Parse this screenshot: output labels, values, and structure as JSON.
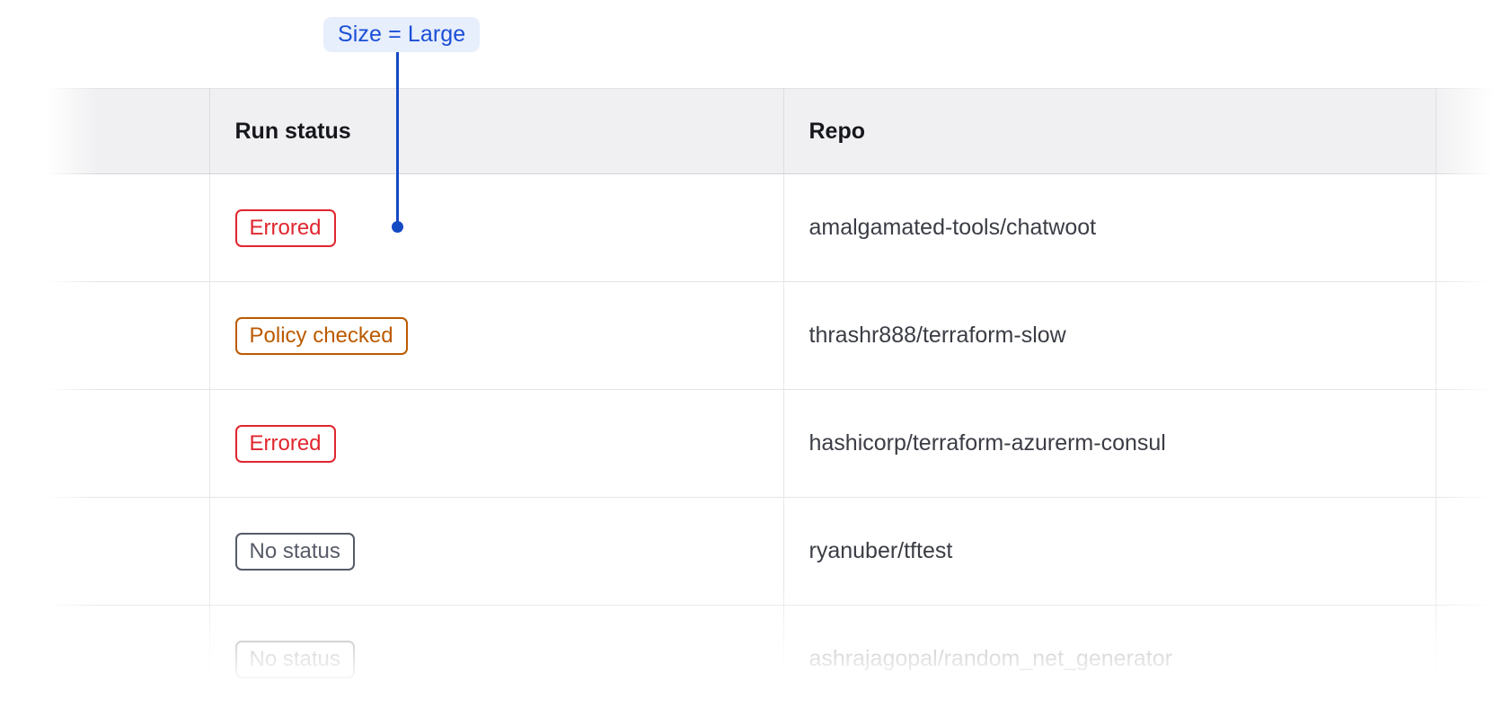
{
  "annotation": {
    "label": "Size = Large",
    "badge_bg": "#e7eefc",
    "badge_fg": "#1a4fd6",
    "line_color": "#1449c4",
    "pointer_name": "size-large-pointer"
  },
  "table": {
    "columns": [
      {
        "key": "select",
        "label": ""
      },
      {
        "key": "status",
        "label": "Run status"
      },
      {
        "key": "repo",
        "label": "Repo"
      },
      {
        "key": "tail",
        "label": ""
      }
    ],
    "header_bg": "#f0f0f2",
    "header_fg": "#16171c",
    "row_border": "#e4e4e7",
    "rows": [
      {
        "status": "Errored",
        "status_variant": "errored",
        "status_color": "#e0262e",
        "repo": "amalgamated-tools/chatwoot"
      },
      {
        "status": "Policy checked",
        "status_variant": "policy-checked",
        "status_color": "#bb5a00",
        "repo": "thrashr888/terraform-slow"
      },
      {
        "status": "Errored",
        "status_variant": "errored",
        "status_color": "#e0262e",
        "repo": "hashicorp/terraform-azurerm-consul"
      },
      {
        "status": "No status",
        "status_variant": "no-status",
        "status_color": "#565b67",
        "repo": "ryanuber/tftest"
      },
      {
        "status": "No status",
        "status_variant": "no-status",
        "status_color": "#565b67",
        "repo": "ashrajagopal/random_net_generator"
      }
    ]
  }
}
